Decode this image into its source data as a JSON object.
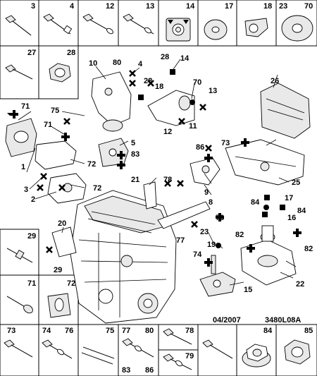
{
  "top_row": [
    {
      "label": "3"
    },
    {
      "label": "4"
    },
    {
      "label": "12"
    },
    {
      "label": "13"
    },
    {
      "label": "14"
    },
    {
      "label": "17"
    },
    {
      "label": "18"
    },
    {
      "label": "23"
    },
    {
      "label": "70"
    }
  ],
  "left_cells": [
    {
      "label": "27"
    },
    {
      "label": "28"
    },
    {
      "label": "29"
    },
    {
      "label": "71"
    },
    {
      "label": "72"
    }
  ],
  "bottom_row": [
    {
      "label": "73"
    },
    {
      "label": "74"
    },
    {
      "label": "76"
    },
    {
      "label": "75"
    },
    {
      "label": "77"
    },
    {
      "label": "80"
    },
    {
      "label": "83"
    },
    {
      "label": "86"
    },
    {
      "label": "78"
    },
    {
      "label": "79"
    },
    {
      "label": "84"
    },
    {
      "label": "85"
    }
  ],
  "callouts": {
    "c1": "1",
    "c2": "2",
    "c3": "3",
    "c4": "4",
    "c5": "5",
    "c8": "8",
    "c9": "9",
    "c10": "10",
    "c11": "11",
    "c12": "12",
    "c13": "13",
    "c14": "14",
    "c15": "15",
    "c16": "16",
    "c17": "17",
    "c18": "18",
    "c19": "19",
    "c20": "20",
    "c21": "21",
    "c22": "22",
    "c23": "23",
    "c25": "25",
    "c26": "26",
    "c28": "28",
    "c28b": "28",
    "c29": "29",
    "c70": "70",
    "c71": "71",
    "c71b": "71",
    "c72": "72",
    "c72b": "72",
    "c73": "73",
    "c74": "74",
    "c75": "75",
    "c76": "76",
    "c77": "77",
    "c78": "78",
    "c80": "80",
    "c82": "82",
    "c82b": "82",
    "c83": "83",
    "c84": "84",
    "c84b": "84",
    "c85": "85",
    "c86": "86"
  },
  "footer": {
    "date": "04/2007",
    "ref": "3480L08A"
  }
}
